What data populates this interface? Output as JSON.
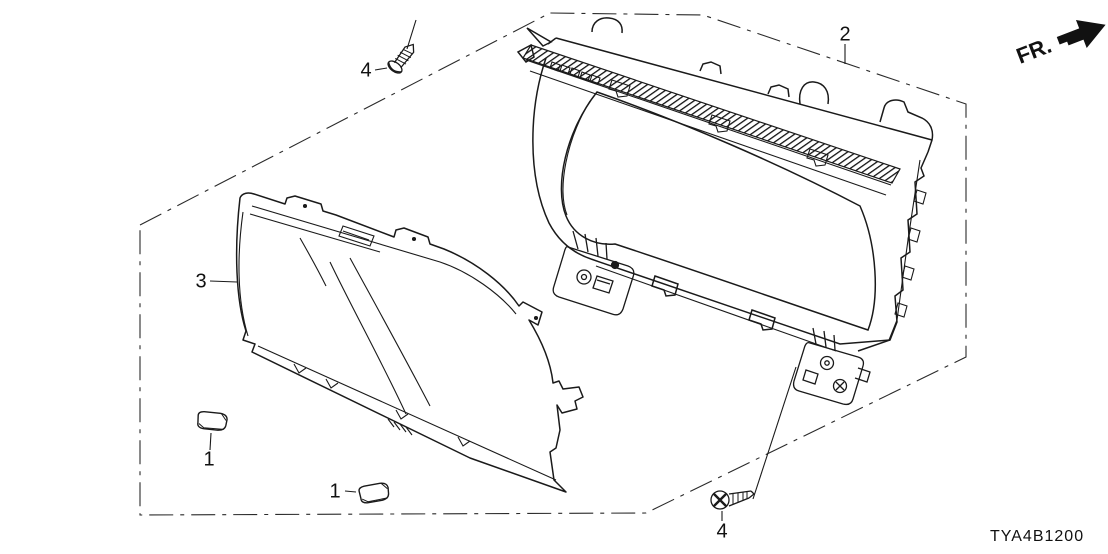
{
  "diagram": {
    "code": "TYA4B1200",
    "direction_label": "FR."
  },
  "callouts": {
    "part1_left": "1",
    "part1_bottom": "1",
    "part2": "2",
    "part3": "3",
    "part4_top": "4",
    "part4_bottom": "4"
  },
  "colors": {
    "line": "#1a1a1a",
    "background": "#ffffff"
  }
}
